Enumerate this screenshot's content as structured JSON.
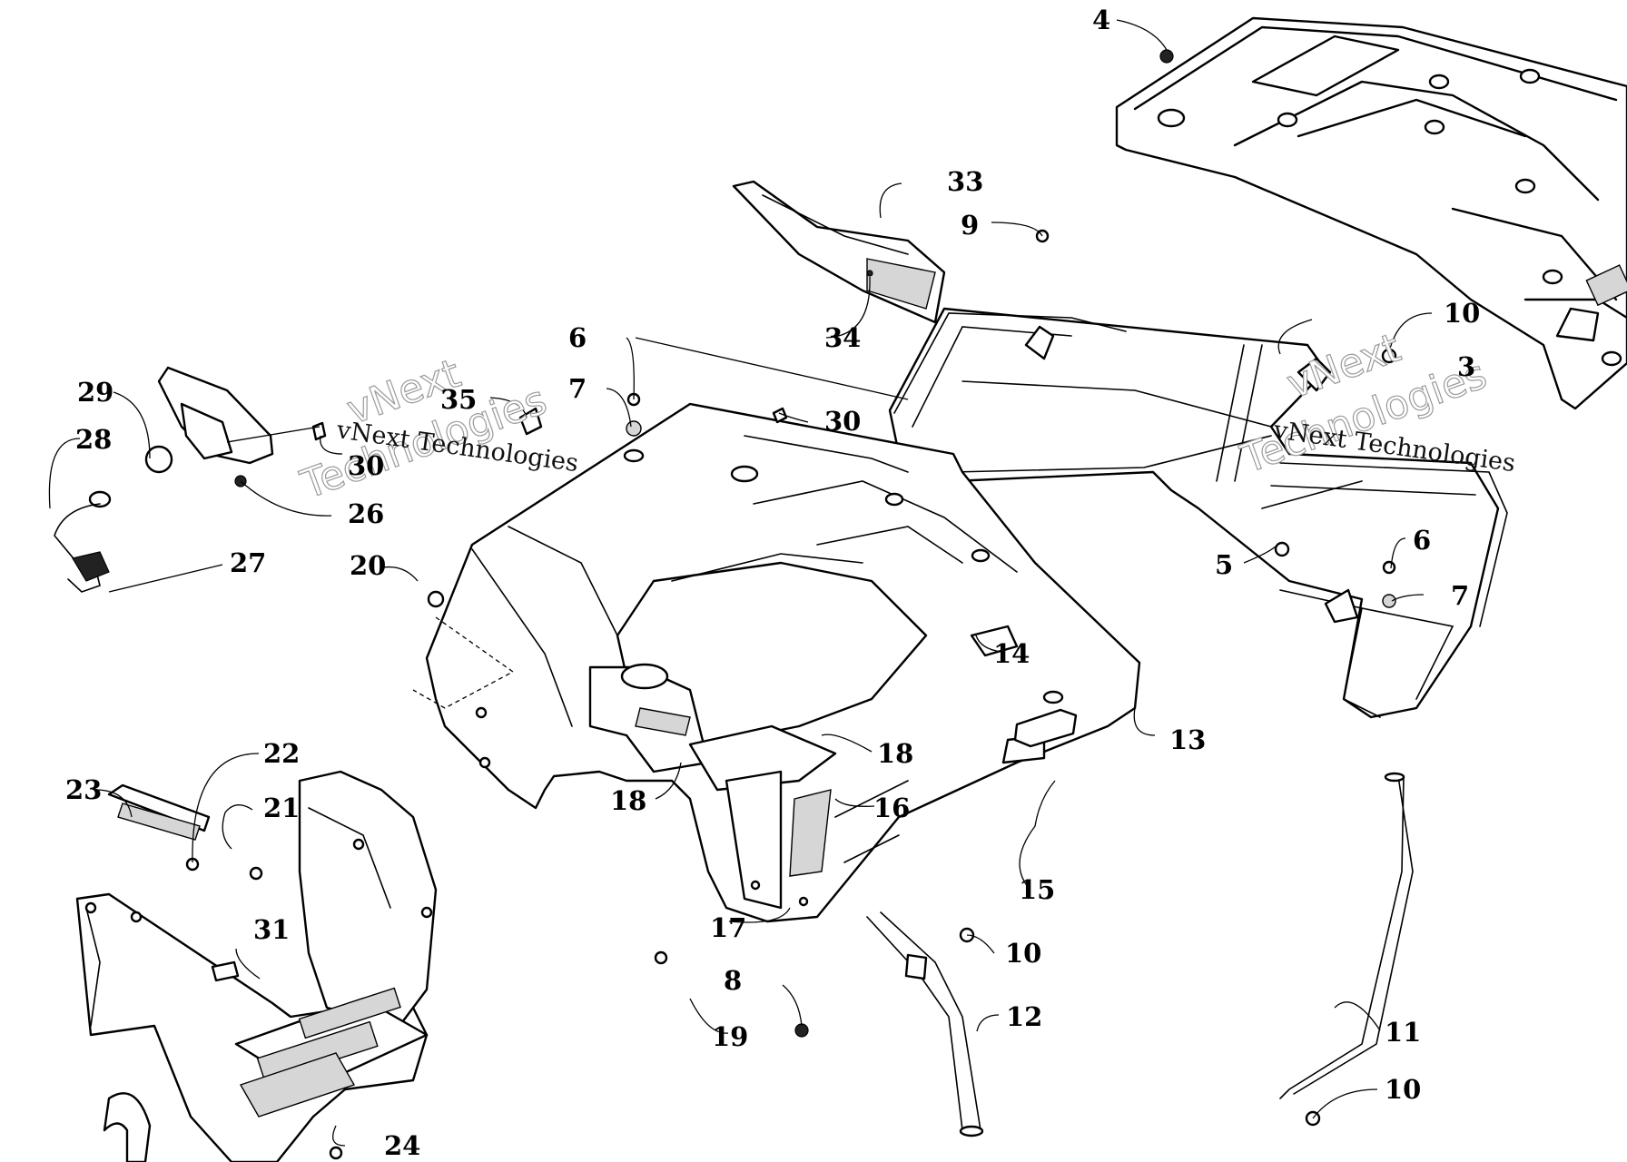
{
  "callouts": [
    {
      "id": "c3",
      "label": "3"
    },
    {
      "id": "c4",
      "label": "4"
    },
    {
      "id": "c5",
      "label": "5"
    },
    {
      "id": "c6a",
      "label": "6"
    },
    {
      "id": "c6b",
      "label": "6"
    },
    {
      "id": "c7a",
      "label": "7"
    },
    {
      "id": "c7b",
      "label": "7"
    },
    {
      "id": "c8",
      "label": "8"
    },
    {
      "id": "c9",
      "label": "9"
    },
    {
      "id": "c10a",
      "label": "10"
    },
    {
      "id": "c10b",
      "label": "10"
    },
    {
      "id": "c10c",
      "label": "10"
    },
    {
      "id": "c11",
      "label": "11"
    },
    {
      "id": "c12",
      "label": "12"
    },
    {
      "id": "c13",
      "label": "13"
    },
    {
      "id": "c14",
      "label": "14"
    },
    {
      "id": "c15",
      "label": "15"
    },
    {
      "id": "c16",
      "label": "16"
    },
    {
      "id": "c17",
      "label": "17"
    },
    {
      "id": "c18a",
      "label": "18"
    },
    {
      "id": "c18b",
      "label": "18"
    },
    {
      "id": "c19",
      "label": "19"
    },
    {
      "id": "c20",
      "label": "20"
    },
    {
      "id": "c21",
      "label": "21"
    },
    {
      "id": "c22",
      "label": "22"
    },
    {
      "id": "c23",
      "label": "23"
    },
    {
      "id": "c24",
      "label": "24"
    },
    {
      "id": "c26",
      "label": "26"
    },
    {
      "id": "c27",
      "label": "27"
    },
    {
      "id": "c28",
      "label": "28"
    },
    {
      "id": "c29",
      "label": "29"
    },
    {
      "id": "c30a",
      "label": "30"
    },
    {
      "id": "c30b",
      "label": "30"
    },
    {
      "id": "c31",
      "label": "31"
    },
    {
      "id": "c33",
      "label": "33"
    },
    {
      "id": "c34",
      "label": "34"
    },
    {
      "id": "c35",
      "label": "35"
    }
  ],
  "watermark": {
    "line1": "vNext",
    "line2": "Technologies",
    "caption": "vNext Technologies"
  }
}
